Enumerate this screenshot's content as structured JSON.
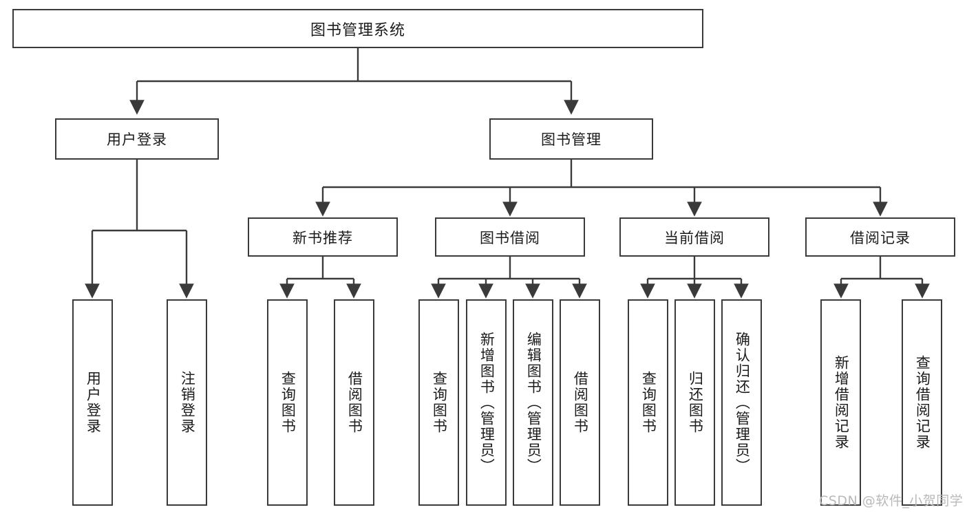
{
  "diagram": {
    "title": "图书管理系统",
    "type": "tree-structure-chart",
    "watermark": "CSDN @软件_小贺同学",
    "accent_color": "#3a3a3a",
    "background_color": "#ffffff",
    "root": {
      "label": "图书管理系统"
    },
    "level2": [
      {
        "label": "用户登录"
      },
      {
        "label": "图书管理"
      }
    ],
    "level3": [
      {
        "label": "新书推荐"
      },
      {
        "label": "图书借阅"
      },
      {
        "label": "当前借阅"
      },
      {
        "label": "借阅记录"
      }
    ],
    "leaves": {
      "user_login": [
        {
          "label": "用户登录"
        },
        {
          "label": "注销登录"
        }
      ],
      "new_book_recommend": [
        {
          "label": "查询图书"
        },
        {
          "label": "借阅图书"
        }
      ],
      "book_borrow": [
        {
          "label": "查询图书"
        },
        {
          "label": "新增图书（管理员）"
        },
        {
          "label": "编辑图书（管理员）"
        },
        {
          "label": "借阅图书"
        }
      ],
      "current_borrow": [
        {
          "label": "查询图书"
        },
        {
          "label": "归还图书"
        },
        {
          "label": "确认归还（管理员）"
        }
      ],
      "borrow_records": [
        {
          "label": "新增借阅记录"
        },
        {
          "label": "查询借阅记录"
        }
      ]
    }
  }
}
